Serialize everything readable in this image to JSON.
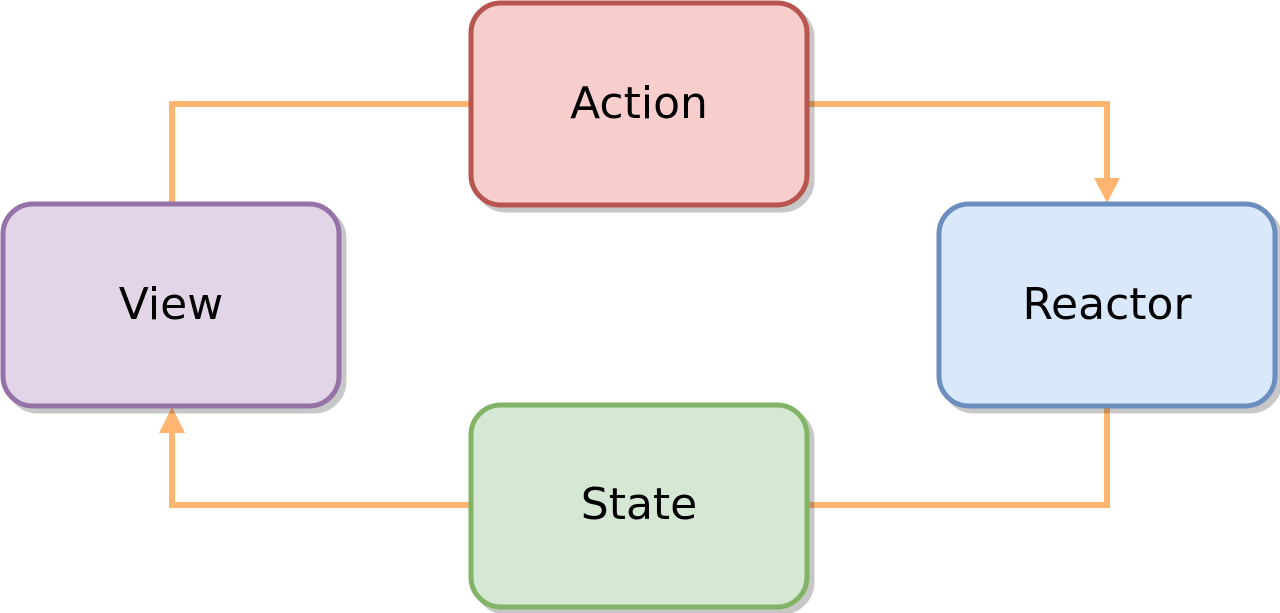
{
  "diagram": {
    "nodes": [
      {
        "id": "action",
        "label": "Action",
        "fill": "#f8cecc",
        "stroke": "#b85450"
      },
      {
        "id": "reactor",
        "label": "Reactor",
        "fill": "#dae8fc",
        "stroke": "#6c8ebf"
      },
      {
        "id": "state",
        "label": "State",
        "fill": "#d5e8d4",
        "stroke": "#82b366"
      },
      {
        "id": "view",
        "label": "View",
        "fill": "#e1d5e7",
        "stroke": "#9673a6"
      }
    ],
    "edges": [
      {
        "from": "view",
        "to": "action",
        "arrow": false
      },
      {
        "from": "action",
        "to": "reactor",
        "arrow": true
      },
      {
        "from": "reactor",
        "to": "state",
        "arrow": false
      },
      {
        "from": "state",
        "to": "view",
        "arrow": true
      }
    ],
    "edge_color": "#ffb570"
  }
}
